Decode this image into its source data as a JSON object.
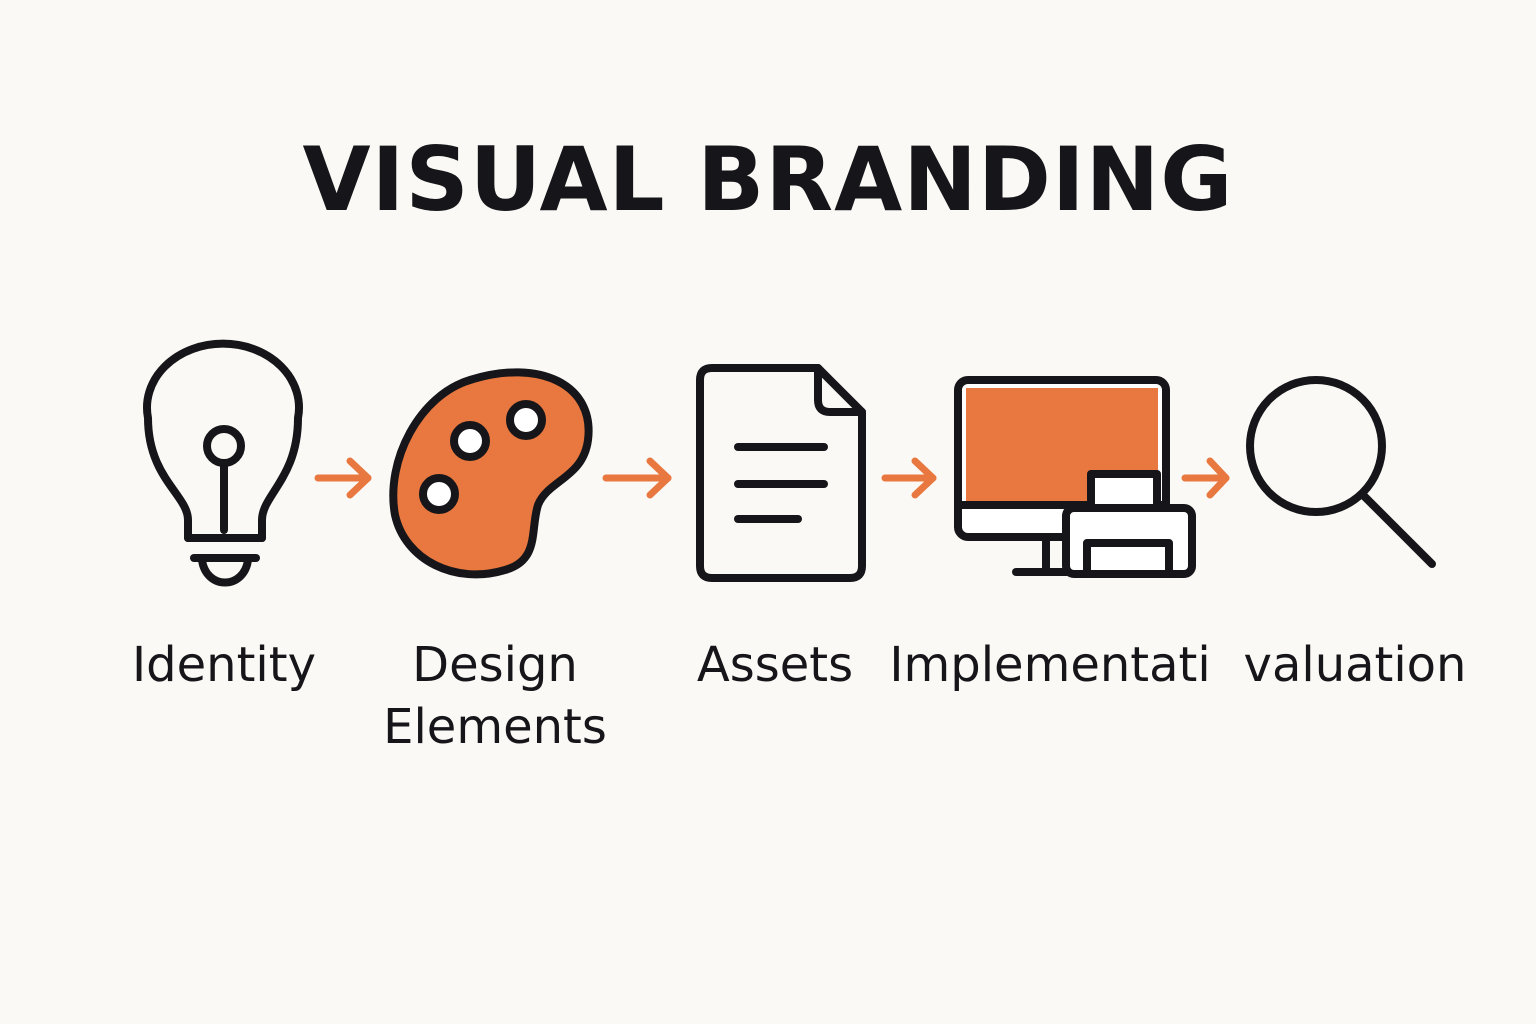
{
  "title": "VISUAL BRANDING",
  "colors": {
    "accent": "#e8783f",
    "stroke": "#16161a",
    "background": "#fbf9f5"
  },
  "steps": [
    {
      "icon": "lightbulb-icon",
      "label_lines": [
        "Identity"
      ]
    },
    {
      "icon": "palette-icon",
      "label_lines": [
        "Design",
        "Elements"
      ]
    },
    {
      "icon": "document-icon",
      "label_lines": [
        "Assets"
      ]
    },
    {
      "icon": "monitor-printer-icon",
      "label_lines": [
        "Implementati"
      ]
    },
    {
      "icon": "magnifier-icon",
      "label_lines": [
        "valuation"
      ]
    }
  ]
}
